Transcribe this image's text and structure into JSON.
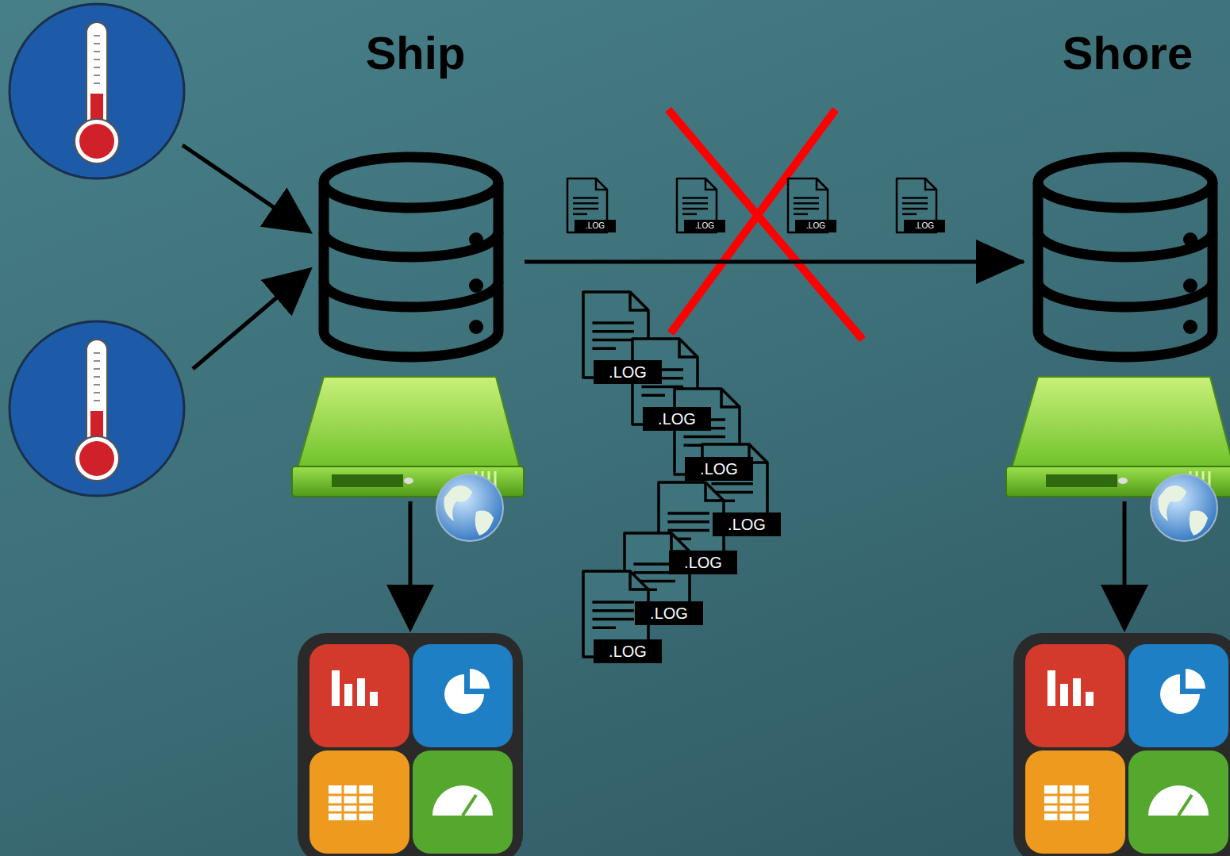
{
  "diagram": {
    "nodes": [
      {
        "text": [
          "Ship"
        ]
      },
      {
        "text": [
          "Shore"
        ]
      }
    ],
    "edges": [
      {
        "from": 0,
        "to": 1,
        "arrow": "to"
      }
    ],
    "labels": [
      ".LOG",
      ".LOG",
      ".LOG",
      ".LOG",
      ".LOG",
      ".LOG",
      ".LOG",
      ".LOG",
      ".LOG",
      ".LOG",
      ".LOG"
    ]
  }
}
